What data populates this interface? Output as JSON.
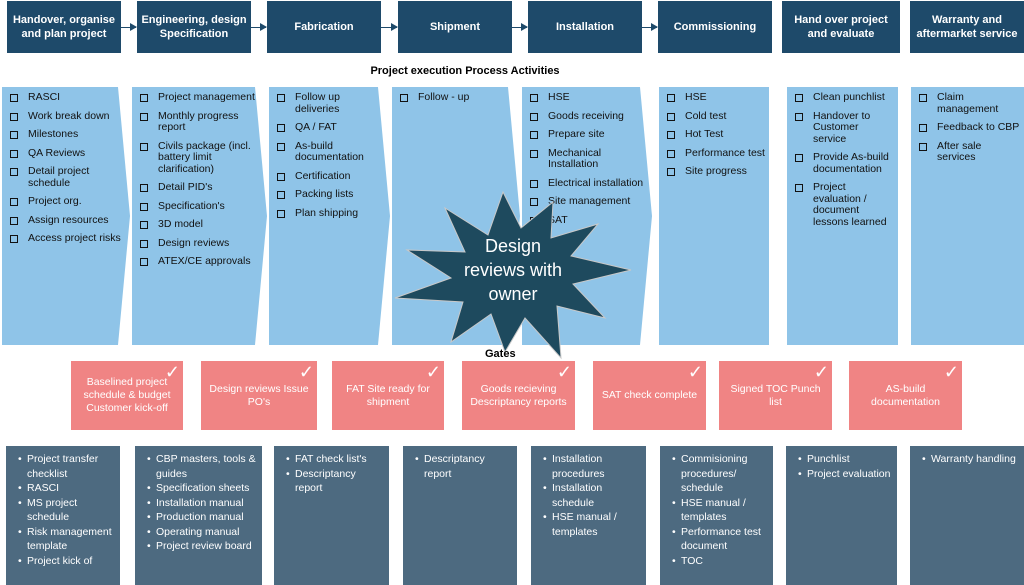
{
  "phases": [
    {
      "label": "Handover, organise and plan project"
    },
    {
      "label": "Engineering, design Specification"
    },
    {
      "label": "Fabrication"
    },
    {
      "label": "Shipment"
    },
    {
      "label": "Installation"
    },
    {
      "label": "Commissioning"
    },
    {
      "label": "Hand over project and evaluate"
    },
    {
      "label": "Warranty and aftermarket service"
    }
  ],
  "activities_title": "Project execution Process Activities",
  "activities": [
    [
      "RASCI",
      "Work break down",
      "Milestones",
      "QA Reviews",
      "Detail project schedule",
      "Project org.",
      "Assign resources",
      "Access project risks"
    ],
    [
      "Project management",
      "Monthly progress report",
      "Civils package (incl. battery limit clarification)",
      "Detail PID's",
      "Specification's",
      "3D model",
      "Design reviews",
      "ATEX/CE approvals"
    ],
    [
      "Follow up deliveries",
      "QA / FAT",
      "As-build documentation",
      "Certification",
      "Packing lists",
      "Plan shipping"
    ],
    [
      "Follow - up"
    ],
    [
      "HSE",
      "Goods receiving",
      "Prepare site",
      "Mechanical Installation",
      "Electrical installation",
      "Site management",
      "SAT"
    ],
    [
      "HSE",
      "Cold test",
      "Hot Test",
      "Performance test",
      "Site progress"
    ],
    [
      "Clean punchlist",
      "Handover to Customer service",
      "Provide As-build documentation",
      "Project evaluation / document lessons learned"
    ],
    [
      "Claim management",
      "Feedback to CBP",
      "After sale services"
    ]
  ],
  "callout": {
    "text": "Design reviews with owner",
    "color": "#1e4a5e"
  },
  "gates_title": "Gates",
  "gates": [
    {
      "label": "Baselined project schedule & budget Customer kick-off"
    },
    {
      "label": "Design reviews Issue PO's"
    },
    {
      "label": "FAT Site ready for shipment"
    },
    {
      "label": "Goods recieving Descriptancy reports"
    },
    {
      "label": "SAT check complete"
    },
    {
      "label": "Signed TOC Punch list"
    },
    {
      "label": "AS-build documentation"
    }
  ],
  "gate_check_icon": "✓",
  "documents": [
    [
      "Project transfer checklist",
      "RASCI",
      "MS project schedule",
      "Risk management template",
      "Project kick of"
    ],
    [
      "CBP masters, tools & guides",
      "Specification sheets",
      "Installation manual",
      "Production manual",
      "Operating manual",
      "Project review board"
    ],
    [
      "FAT check list's",
      "Descriptancy report"
    ],
    [
      "Descriptancy report"
    ],
    [
      "Installation procedures",
      "Installation schedule",
      "HSE manual / templates"
    ],
    [
      "Commisioning procedures/ schedule",
      "HSE manual / templates",
      "Performance test document",
      "TOC"
    ],
    [
      "Punchlist",
      "Project evaluation"
    ],
    [
      "Warranty handling"
    ]
  ],
  "colors": {
    "phase": "#1e4a6a",
    "activity": "#8fc4e8",
    "gate": "#f08484",
    "document": "#4d6a80"
  }
}
